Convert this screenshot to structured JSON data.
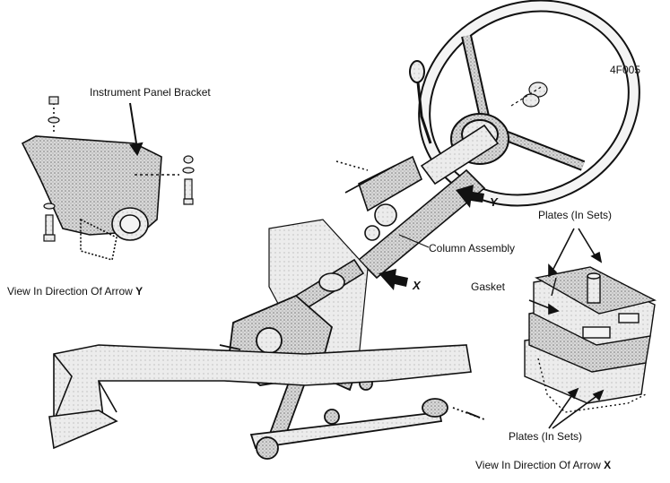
{
  "figure_id": "4F005",
  "labels": {
    "instrument_panel_bracket": "Instrument Panel Bracket",
    "view_y_prefix": "View In Direction Of Arrow",
    "view_y_letter": "Y",
    "column_assembly": "Column Assembly",
    "plates_top": "Plates (In Sets)",
    "gasket": "Gasket",
    "plates_bottom": "Plates (In Sets)",
    "view_x_prefix": "View In Direction Of Arrow",
    "view_x_letter": "X",
    "arrow_y_letter": "Y",
    "arrow_x_letter": "X"
  }
}
